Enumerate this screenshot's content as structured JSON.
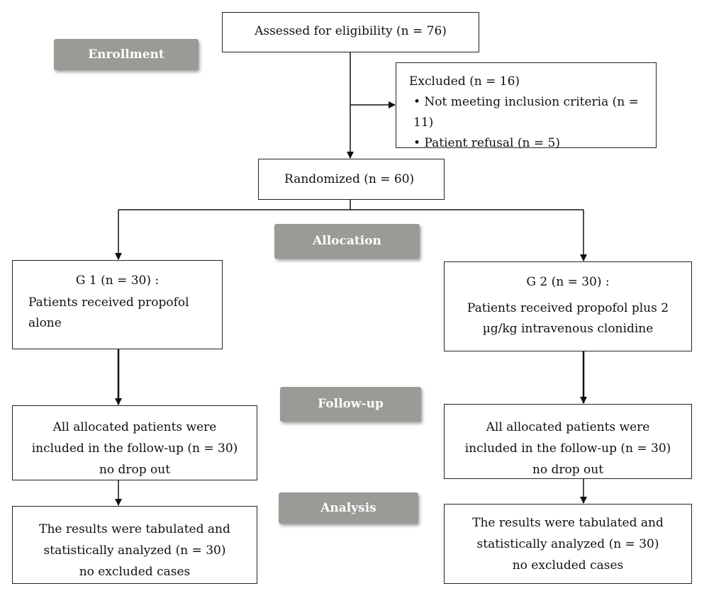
{
  "stages": {
    "enrollment": "Enrollment",
    "allocation": "Allocation",
    "followup": "Follow-up",
    "analysis": "Analysis"
  },
  "boxes": {
    "assessed": "Assessed for eligibility (n = 76)",
    "excluded": {
      "title": "Excluded (n = 16)",
      "items": [
        "• Not meeting inclusion criteria (n = 11)",
        "• Patient refusal (n = 5)"
      ]
    },
    "randomized": "Randomized (n = 60)",
    "g1": {
      "title": "G 1 (n = 30) :",
      "lines": [
        "Patients received propofol alone"
      ]
    },
    "g2": {
      "title": "G 2 (n = 30) :",
      "lines": [
        "Patients received propofol plus 2",
        "µg/kg intravenous clonidine"
      ]
    },
    "followup_left": [
      "All allocated patients were",
      "included in the follow-up (n = 30)",
      "no drop out"
    ],
    "followup_right": [
      "All allocated patients were",
      "included in the follow-up (n = 30)",
      "no drop out"
    ],
    "analysis_left": [
      "The results were tabulated and",
      "statistically analyzed (n = 30)",
      "no excluded cases"
    ],
    "analysis_right": [
      "The results were tabulated and",
      "statistically analyzed (n = 30)",
      "no excluded cases"
    ]
  }
}
